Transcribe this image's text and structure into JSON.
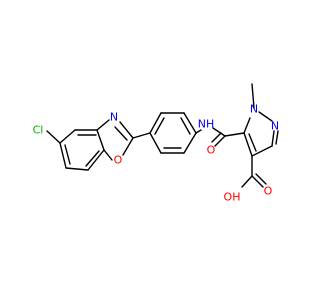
{
  "structure": {
    "atoms": {
      "cl": "Cl",
      "n_oxazole": "N",
      "o_oxazole": "O",
      "nh_amide": "NH",
      "n1_pyrazole": "N",
      "n2_pyrazole": "N",
      "o_amide": "O",
      "oh_acid": "OH",
      "o_acid": "O"
    }
  },
  "colors": {
    "carbon": "#000000",
    "nitrogen": "#0000ff",
    "oxygen": "#ff0000",
    "chlorine": "#00b400"
  }
}
